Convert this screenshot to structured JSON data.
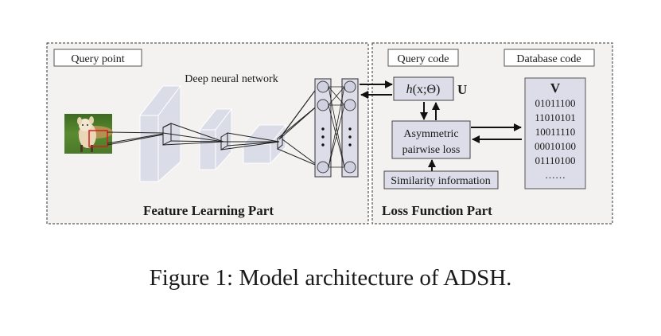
{
  "figure": {
    "feature_part": {
      "title": "Feature Learning Part",
      "query_point_label": "Query point",
      "network_label": "Deep neural network",
      "input_image": "dog-photo"
    },
    "loss_part": {
      "title": "Loss Function Part",
      "query_code_label": "Query code",
      "database_code_label": "Database code",
      "hash_function": {
        "h": "h",
        "args": "(x;Θ)"
      },
      "u_label": "U",
      "loss_box": [
        "Asymmetric",
        "pairwise loss"
      ],
      "similarity_label": "Similarity information",
      "database": {
        "title": "V",
        "codes": [
          "01011100",
          "11010101",
          "10011110",
          "00010100",
          "01110100",
          "……"
        ]
      }
    },
    "colors": {
      "panel_bg": "#f3f2f0",
      "box_fill": "#dcdde8",
      "layer_fill": "#dadde8",
      "stroke": "#222222",
      "highlight": "#d42020"
    }
  },
  "caption": "Figure 1: Model architecture of ADSH."
}
